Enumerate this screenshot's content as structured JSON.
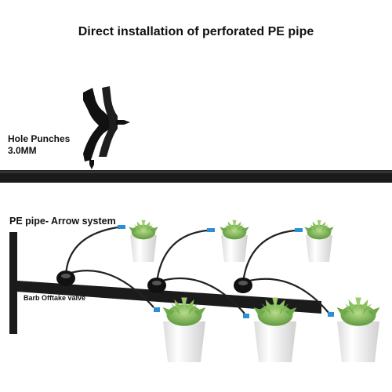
{
  "title": "Direct installation of perforated PE pipe",
  "labels": {
    "hole_punches_line1": "Hole Punches",
    "hole_punches_line2": "3.0MM",
    "pe_pipe": "PE pipe- Arrow system",
    "barb_valve": "Barb Offtake valve"
  },
  "colors": {
    "pipe": "#1b1b1b",
    "dripper_tip": "#2a8fd6",
    "pot": "#f2f2f2",
    "plant": "#7cb255",
    "text": "#111111"
  },
  "icons": [
    "hole-punch-icon",
    "barb-offtake-valve-icon",
    "arrow-dripper-icon",
    "potted-succulent-icon"
  ]
}
